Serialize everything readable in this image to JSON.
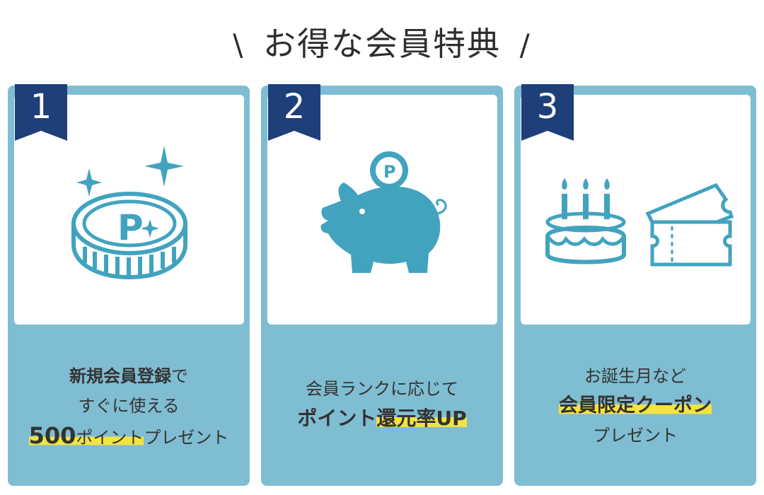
{
  "header": {
    "slash_left": "\\",
    "title": "お得な会員特典",
    "slash_right": "/"
  },
  "colors": {
    "card_bg": "#7fbdd2",
    "ribbon": "#1e3f7a",
    "icon": "#42a3bf",
    "highlight": "#f2e340"
  },
  "cards": [
    {
      "number": "1",
      "icon": "point-coin-sparkle-icon",
      "line1_bold": "新規会員登録",
      "line1_rest": "で",
      "line2": "すぐに使える",
      "line3_big": "500",
      "line3_hl": "ポイント",
      "line3_rest": "プレゼント"
    },
    {
      "number": "2",
      "icon": "piggy-bank-point-icon",
      "line1": "会員ランクに応じて",
      "line2_bold": "ポイント",
      "line2_hl": "還元率UP"
    },
    {
      "number": "3",
      "icon": "birthday-cake-coupon-icon",
      "line1": "お誕生月など",
      "line2_hl": "会員限定クーポン",
      "line3": "プレゼント"
    }
  ]
}
